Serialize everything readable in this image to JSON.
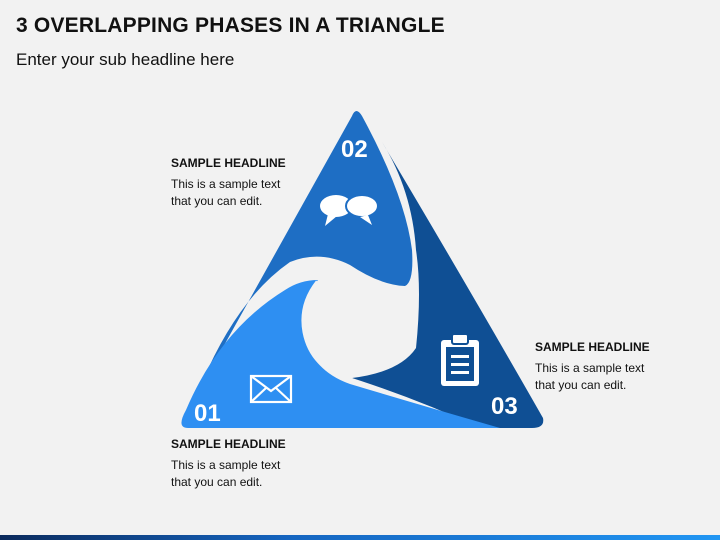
{
  "title": "3 OVERLAPPING PHASES IN A TRIANGLE",
  "subtitle": "Enter your sub headline here",
  "phases": [
    {
      "number": "01",
      "headline": "SAMPLE HEADLINE",
      "line1": "This is a sample text",
      "line2": "that you can edit.",
      "icon": "envelope-icon",
      "color": "#2e8ff2"
    },
    {
      "number": "02",
      "headline": "SAMPLE HEADLINE",
      "line1": "This is a sample text",
      "line2": "that you can edit.",
      "icon": "chat-bubbles-icon",
      "color": "#1e6ec4"
    },
    {
      "number": "03",
      "headline": "SAMPLE HEADLINE",
      "line1": "This is a sample text",
      "line2": "that you can edit.",
      "icon": "clipboard-icon",
      "color": "#0f4f94"
    }
  ]
}
